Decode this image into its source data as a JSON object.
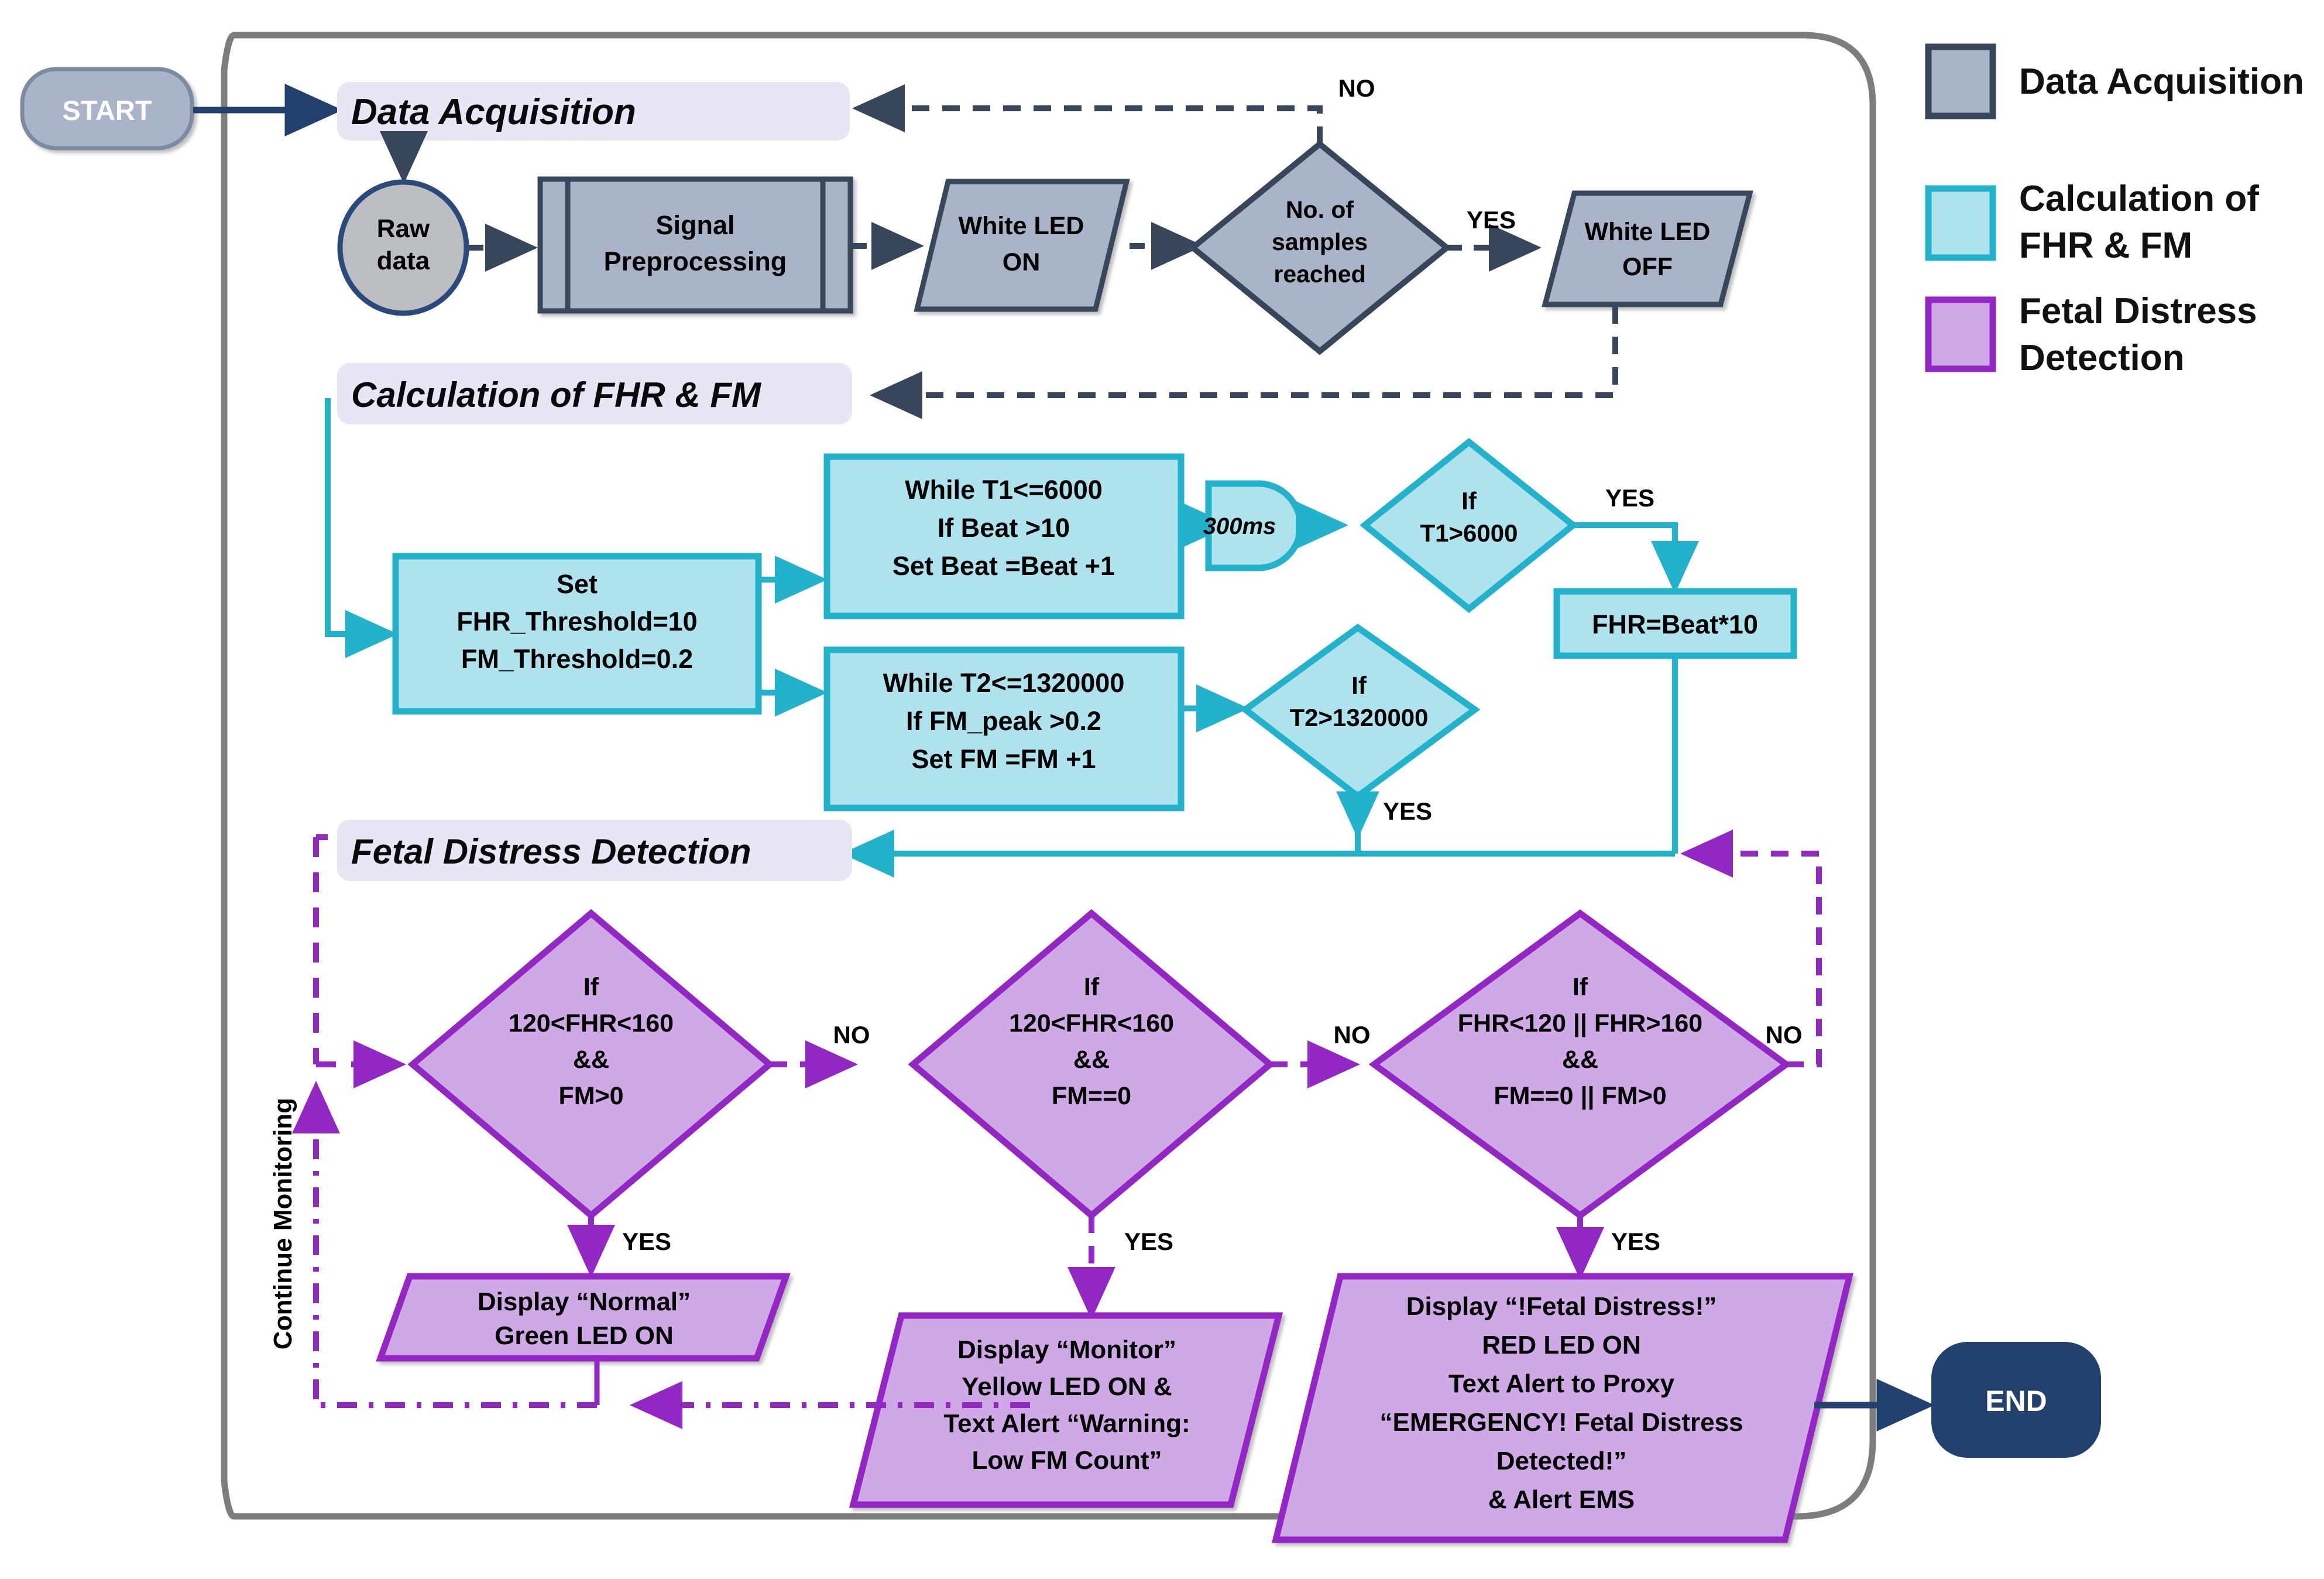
{
  "legend": {
    "items": [
      {
        "label": "Data Acquisition",
        "fill": "#a9b4c8",
        "stroke": "#38465c"
      },
      {
        "label_line1": "Calculation of",
        "label_line2": "FHR & FM",
        "fill": "#aee3ed",
        "stroke": "#23b2cc"
      },
      {
        "label_line1": "Fetal Distress",
        "label_line2": "Detection",
        "fill": "#cfa8e6",
        "stroke": "#9327c4"
      }
    ]
  },
  "terminals": {
    "start": "START",
    "end": "END"
  },
  "sections": {
    "data_acquisition": "Data Acquisition",
    "calculation": "Calculation of FHR & FM",
    "detection": "Fetal Distress Detection"
  },
  "nodes": {
    "raw_data": {
      "line1": "Raw",
      "line2": "data"
    },
    "signal_preprocessing": {
      "line1": "Signal",
      "line2": "Preprocessing"
    },
    "white_led_on": {
      "line1": "White LED",
      "line2": "ON"
    },
    "samples_reached": {
      "line1": "No. of",
      "line2": "samples",
      "line3": "reached"
    },
    "white_led_off": {
      "line1": "White LED",
      "line2": "OFF"
    },
    "set_thresholds": {
      "line1": "Set",
      "line2": "FHR_Threshold=10",
      "line3": "FM_Threshold=0.2"
    },
    "t1_loop": {
      "line1": "While T1<=6000",
      "line2": "If Beat >10",
      "line3": "Set Beat =Beat +1"
    },
    "delay_300ms": {
      "label": "300ms"
    },
    "if_t1": {
      "line1": "If",
      "line2": "T1>6000"
    },
    "fhr_calc": {
      "label": "FHR=Beat*10"
    },
    "t2_loop": {
      "line1": "While T2<=1320000",
      "line2": "If FM_peak >0.2",
      "line3": "Set FM =FM +1"
    },
    "if_t2": {
      "line1": "If",
      "line2": "T2>1320000"
    },
    "decision_normal": {
      "line1": "If",
      "line2": "120<FHR<160",
      "line3": "&&",
      "line4": "FM>0"
    },
    "decision_monitor": {
      "line1": "If",
      "line2": "120<FHR<160",
      "line3": "&&",
      "line4": "FM==0"
    },
    "decision_distress": {
      "line1": "If",
      "line2": "FHR<120 || FHR>160",
      "line3": "&&",
      "line4": "FM==0 || FM>0"
    },
    "out_normal": {
      "line1": "Display “Normal”",
      "line2": "Green LED ON"
    },
    "out_monitor": {
      "line1": "Display “Monitor”",
      "line2": "Yellow LED ON &",
      "line3": "Text Alert “Warning:",
      "line4": "Low FM Count”"
    },
    "out_distress": {
      "line1": "Display “!Fetal Distress!”",
      "line2": "RED LED ON",
      "line3": "Text Alert to Proxy",
      "line4": "“EMERGENCY! Fetal Distress",
      "line5": "Detected!”",
      "line6": "& Alert EMS"
    }
  },
  "edge_labels": {
    "no_samples": "NO",
    "yes_samples": "YES",
    "yes_t1": "YES",
    "yes_t2": "YES",
    "no_1": "NO",
    "no_2": "NO",
    "no_3": "NO",
    "yes_normal": "YES",
    "yes_monitor": "YES",
    "yes_distress": "YES",
    "continue_monitoring": "Continue Monitoring"
  },
  "colors": {
    "grey_fill": "#a9b4c8",
    "grey_stroke": "#38465c",
    "cyan_fill": "#aee3ed",
    "cyan_stroke": "#23b2cc",
    "purple_fill": "#cfa8e6",
    "purple_stroke": "#9327c4",
    "header_fill": "#e8e6f5",
    "navy": "#23416e",
    "frame": "#7d7d7d"
  }
}
